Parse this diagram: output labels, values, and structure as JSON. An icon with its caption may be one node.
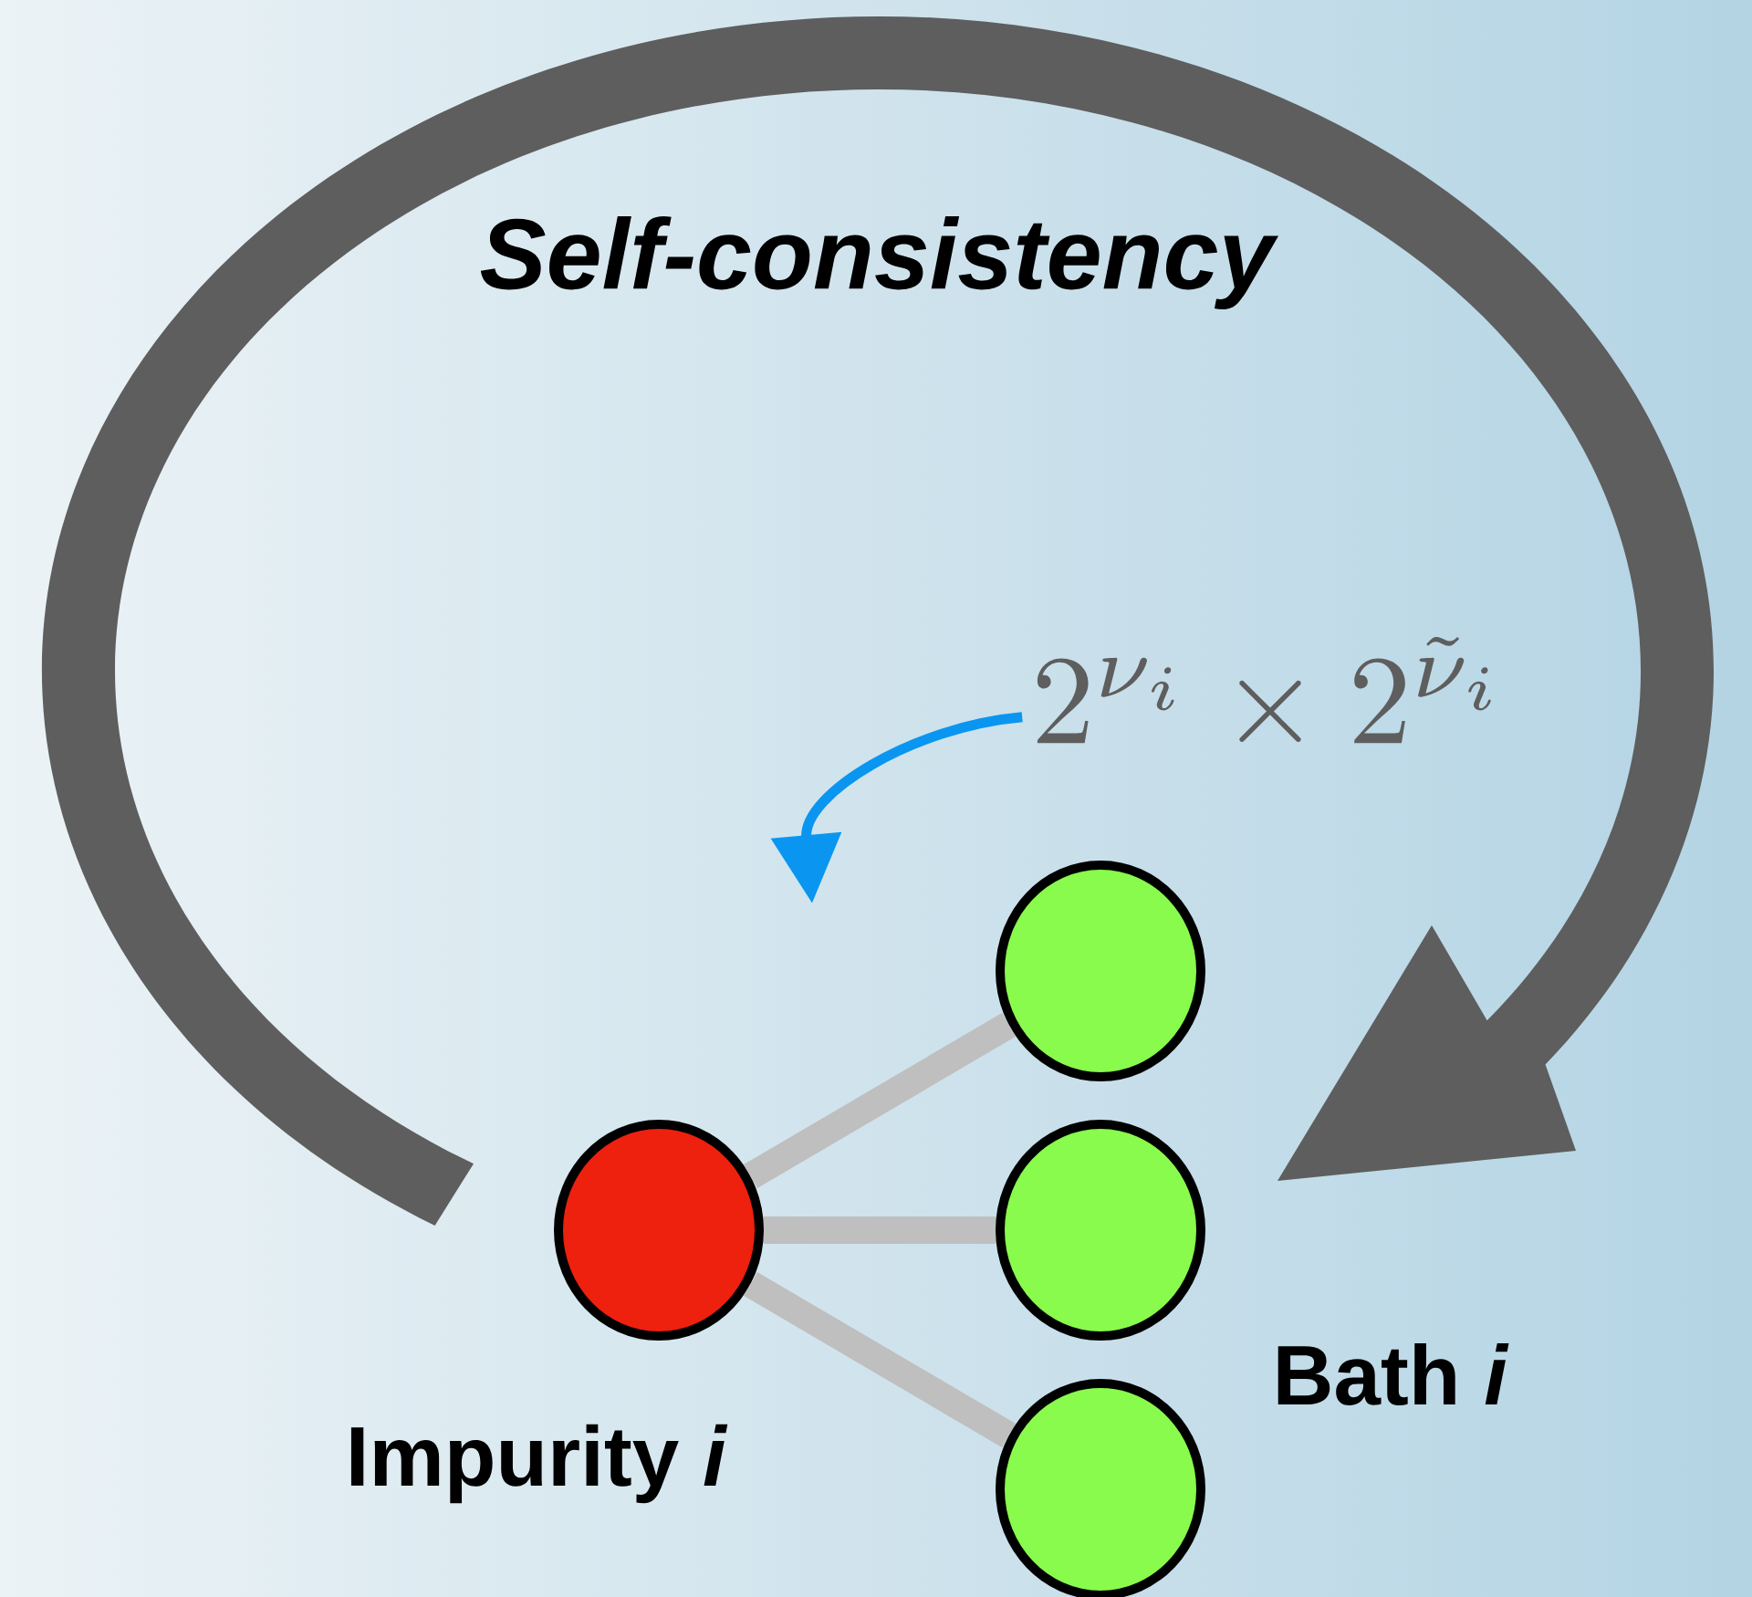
{
  "diagram": {
    "nodes": [
      {
        "text": [],
        "shape": "circle",
        "beside": [
          "Impurity *i*"
        ]
      },
      {
        "text": [],
        "shape": "circle"
      },
      {
        "text": [],
        "shape": "circle"
      },
      {
        "text": [],
        "shape": "circle"
      },
      {
        "text": [
          "2^{\\nu_i} \\times 2^{\\tilde{\\nu}_i}"
        ]
      }
    ],
    "edges": [
      {
        "from": 0,
        "to": 1,
        "arrow": "none"
      },
      {
        "from": 0,
        "to": 2,
        "arrow": "none"
      },
      {
        "from": 0,
        "to": 3,
        "arrow": "none"
      },
      {
        "from": 4,
        "to": null,
        "arrow": "to",
        "color": "#0a96f0"
      }
    ],
    "labels": [
      "Self-consistency",
      "Bath *i*"
    ]
  }
}
